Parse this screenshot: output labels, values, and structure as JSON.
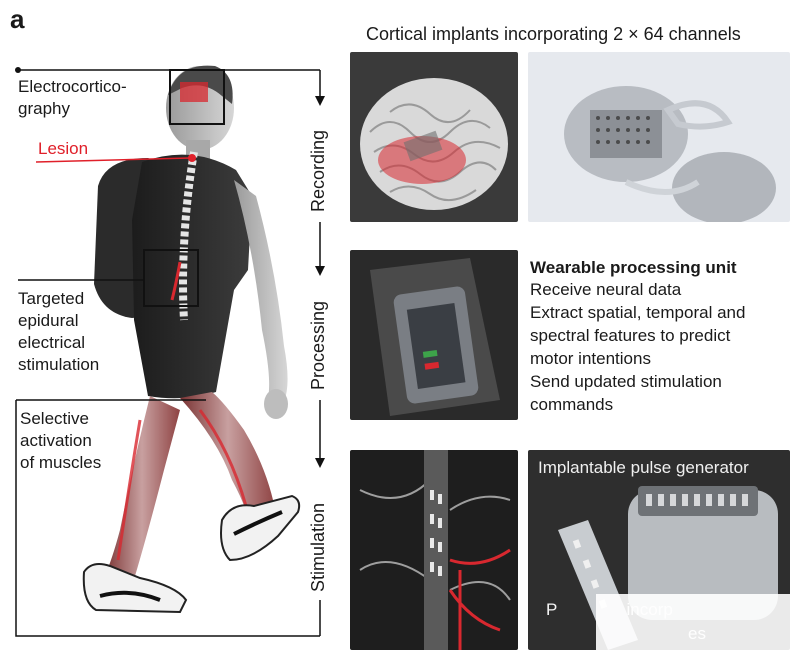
{
  "panel_label": "a",
  "left_labels": {
    "ecog": [
      "Electrocortico-",
      "graphy"
    ],
    "lesion": "Lesion",
    "stimulation": [
      "Targeted",
      "epidural",
      "electrical",
      "stimulation"
    ],
    "muscles": [
      "Selective",
      "activation",
      "of muscles"
    ]
  },
  "stages": [
    "Recording",
    "Processing",
    "Stimulation"
  ],
  "cortical_title": "Cortical implants incorporating 2 × 64 channels",
  "wpu": {
    "title": "Wearable processing unit",
    "lines": [
      "Receive neural data",
      "Extract spatial, temporal and",
      "spectral features to predict",
      "motor intentions",
      "Send updated stimulation",
      "commands"
    ]
  },
  "ipg_title": "Implantable pulse generator",
  "paddle_caption": [
    "P",
    "incorp",
    "es"
  ],
  "colors": {
    "lesion_red": "#e0202a",
    "tissue_red": "#d8282f"
  }
}
